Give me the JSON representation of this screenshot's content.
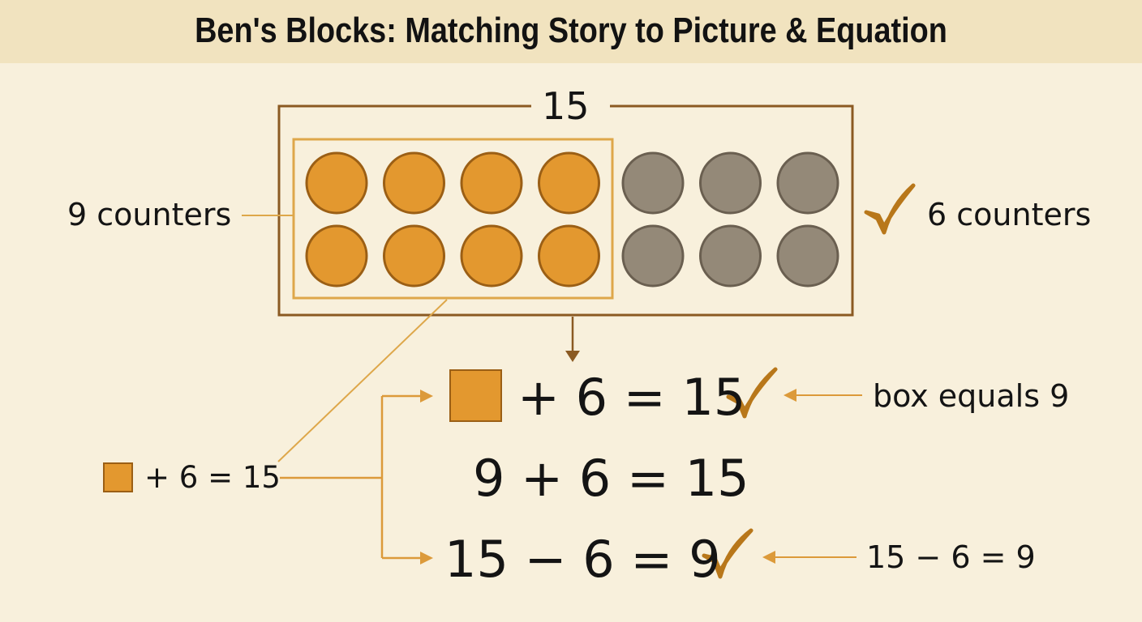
{
  "title": "Ben's Blocks: Matching Story to Picture & Equation",
  "total_label": "15",
  "left_group_label": "9 counters",
  "right_group_label": "6 counters",
  "counters": {
    "orange_count": 8,
    "gray_count": 6
  },
  "equations": {
    "box_plus": "+ 6 = 15",
    "solved": "9 + 6 = 15",
    "subtract": "15 − 6 = 9"
  },
  "notes": {
    "small_box_equation": "+ 6 = 15",
    "box_equals": "box equals 9",
    "subtract_note": "15 − 6 = 9"
  },
  "colors": {
    "background": "#f8f0dc",
    "banner": "#f1e3bf",
    "orange": "#e3982f",
    "orange_stroke": "#9b5f15",
    "gray": "#948978",
    "gray_stroke": "#6a5f50",
    "frame": "#8b5a22",
    "highlight": "#dea74a",
    "arrow": "#dc9a3a",
    "check": "#d6911f"
  }
}
